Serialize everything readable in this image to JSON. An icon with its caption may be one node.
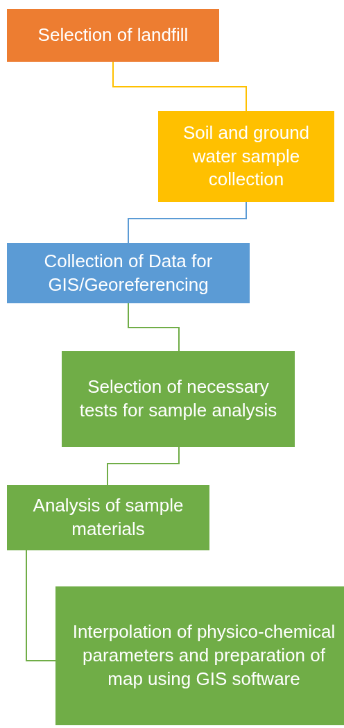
{
  "diagram": {
    "nodes": [
      {
        "text": [
          "Selection of landfill"
        ]
      },
      {
        "text": [
          "Soil and ground water sample collection"
        ]
      },
      {
        "text": [
          "Collection of Data for GIS/Georeferencing"
        ]
      },
      {
        "text": [
          "Selection of necessary tests for sample analysis"
        ]
      },
      {
        "text": [
          "Analysis of sample materials"
        ]
      },
      {
        "text": [
          "Interpolation of physico-chemical parameters and preparation of map using GIS software"
        ]
      }
    ],
    "edges": [
      {
        "from": 0,
        "to": 1,
        "arrow": "none",
        "color": "#ffc000"
      },
      {
        "from": 1,
        "to": 2,
        "arrow": "none",
        "color": "#5b9bd5"
      },
      {
        "from": 2,
        "to": 3,
        "arrow": "none"
      },
      {
        "from": 3,
        "to": 4,
        "arrow": "none"
      },
      {
        "from": 4,
        "to": 5,
        "arrow": "none"
      }
    ]
  }
}
